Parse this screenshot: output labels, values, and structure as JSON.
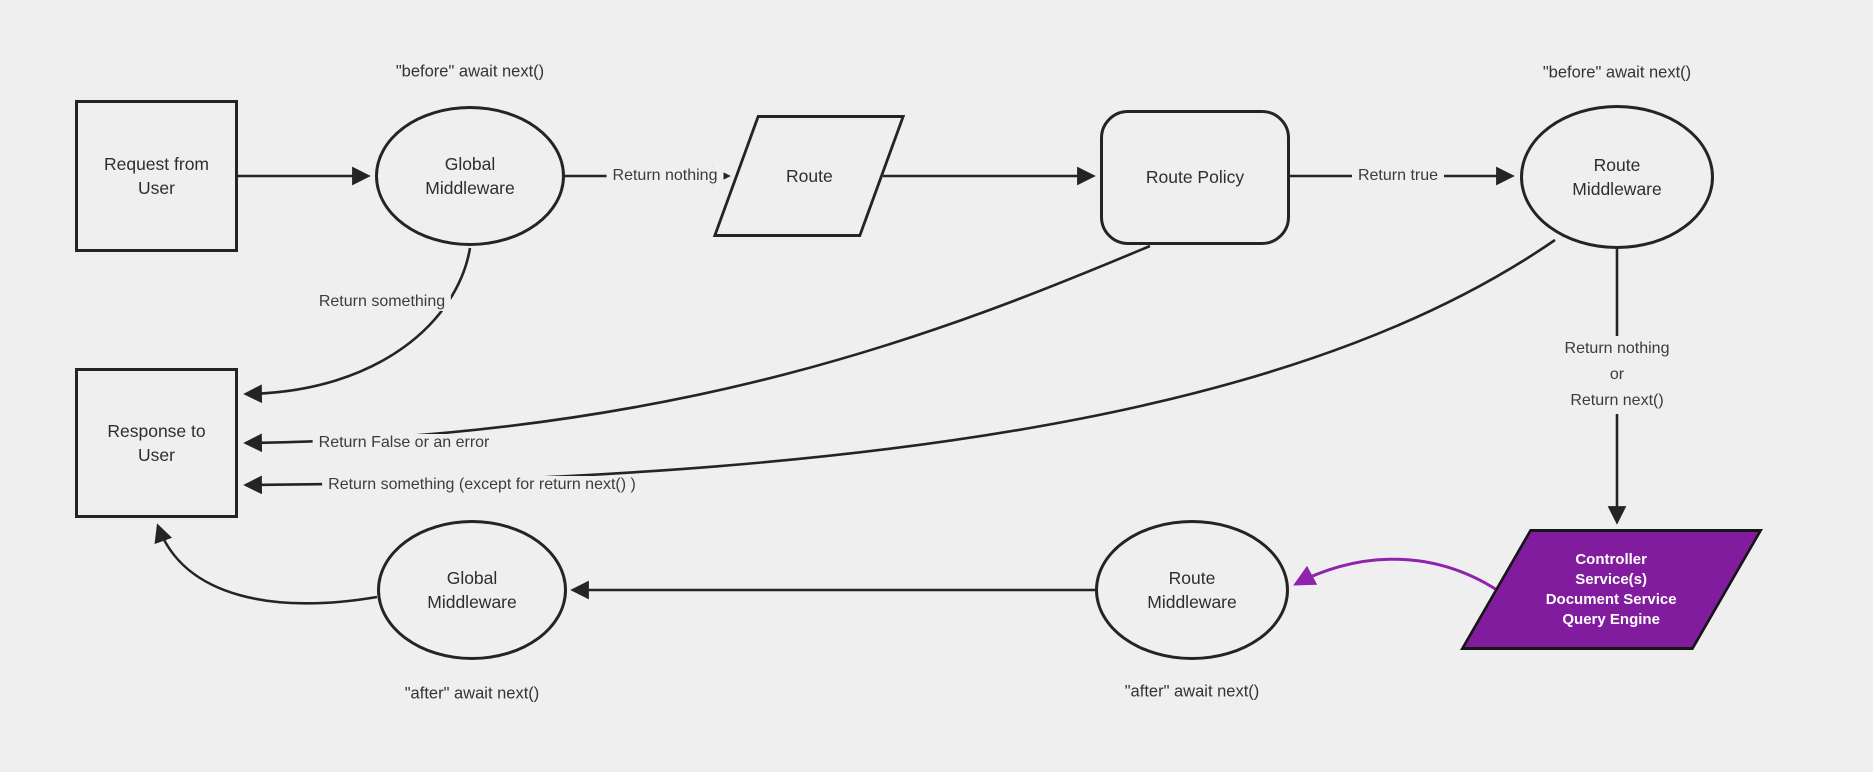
{
  "diagram": {
    "colors": {
      "background": "#efefef",
      "stroke": "#242424",
      "text": "#2e2e2e",
      "purple_fill": "#821c9e",
      "purple_arrow": "#8e24ae",
      "purple_text": "#ffffff"
    },
    "nodes": {
      "request": {
        "label": "Request from User"
      },
      "global_middleware_top": {
        "label": "Global Middleware",
        "annotation": "\"before\" await next()"
      },
      "route": {
        "label": "Route"
      },
      "route_policy": {
        "label": "Route Policy"
      },
      "route_middleware_top": {
        "label": "Route Middleware",
        "annotation": "\"before\" await next()"
      },
      "response": {
        "label": "Response to User"
      },
      "controller": {
        "lines": [
          "Controller",
          "Service(s)",
          "Document Service",
          "Query Engine"
        ]
      },
      "route_middleware_bottom": {
        "label": "Route Middleware",
        "annotation": "\"after\" await next()"
      },
      "global_middleware_bottom": {
        "label": "Global Middleware",
        "annotation": "\"after\" await next()"
      }
    },
    "edge_labels": {
      "return_nothing": "Return nothing",
      "return_true": "Return true",
      "return_something": "Return something",
      "return_false": "Return False or an error",
      "return_something_except": "Return something (except for return next() )",
      "return_nothing_or": [
        "Return nothing",
        "or",
        "Return next()"
      ]
    }
  }
}
